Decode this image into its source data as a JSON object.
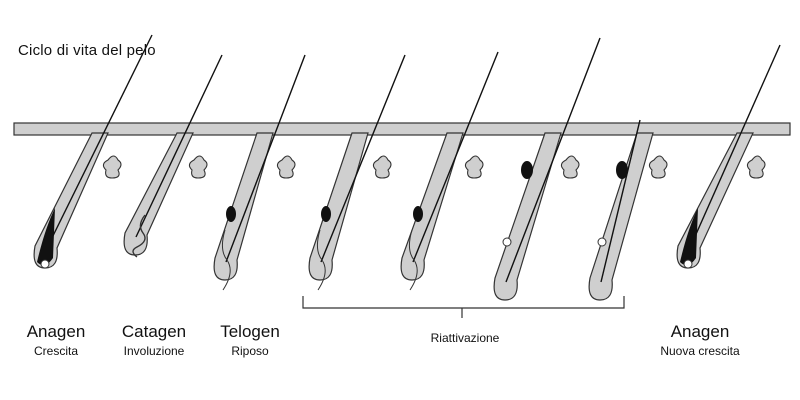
{
  "title": "Ciclo di vita del pelo",
  "stages": [
    {
      "name": "Anagen",
      "desc": "Crescita"
    },
    {
      "name": "Catagen",
      "desc": "Involuzione"
    },
    {
      "name": "Telogen",
      "desc": "Riposo"
    },
    {
      "name": "Anagen",
      "desc": "Nuova crescita"
    }
  ],
  "bracket_label": "Riattivazione",
  "colors": {
    "skin": "#cfcfcf",
    "outline": "#333333",
    "hair": "#111111"
  }
}
